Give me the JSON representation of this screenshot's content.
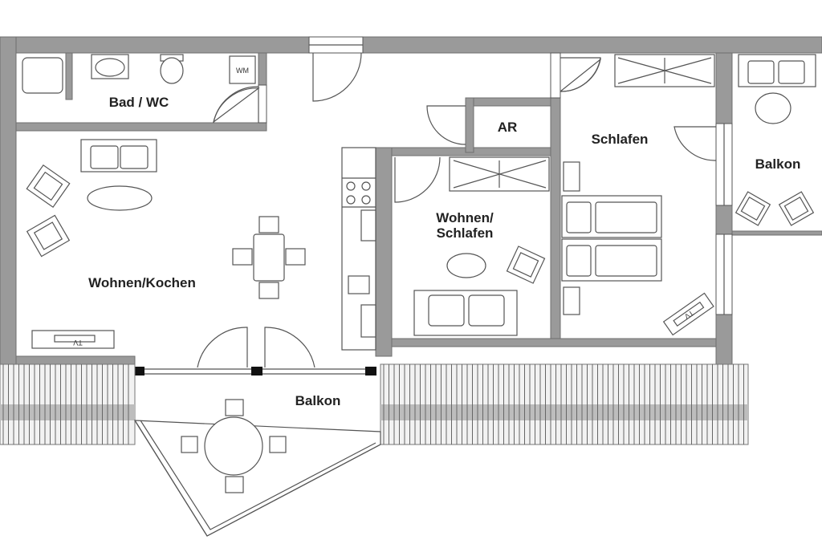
{
  "rooms": {
    "bad_wc": "Bad / WC",
    "wohnen_kochen": "Wohnen/Kochen",
    "ar": "AR",
    "schlafen": "Schlafen",
    "balkon_right": "Balkon",
    "wohnen_schlafen_line1": "Wohnen/",
    "wohnen_schlafen_line2": "Schlafen",
    "balkon_bottom": "Balkon"
  },
  "fixtures": {
    "washer": "WM",
    "tv_living": "TV",
    "tv_bedroom": "TV"
  }
}
